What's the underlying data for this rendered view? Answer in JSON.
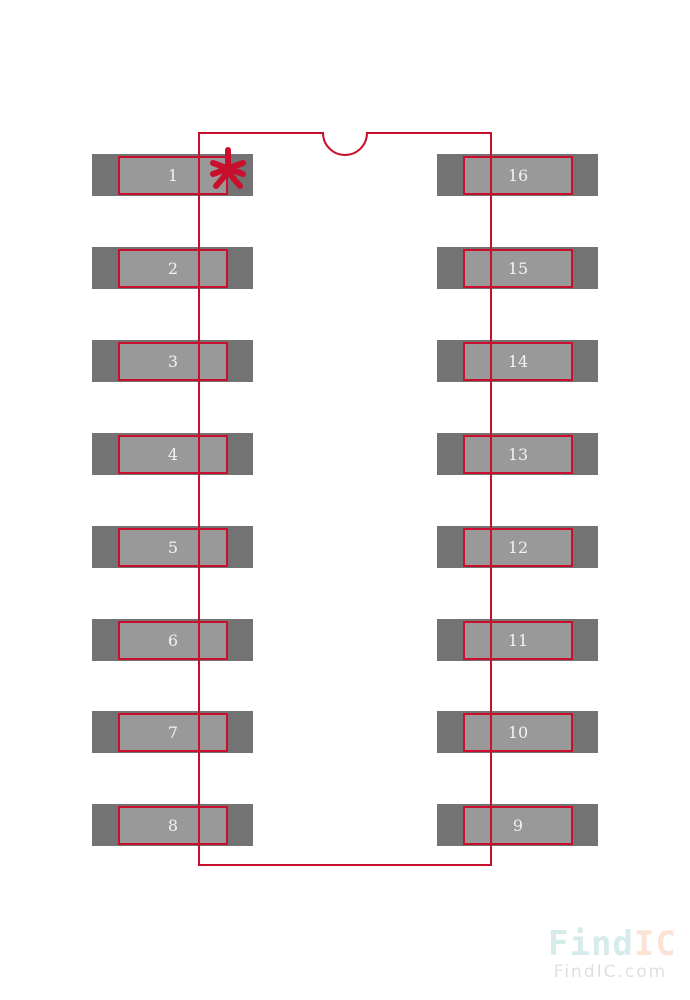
{
  "component": {
    "type": "IC footprint",
    "pin_count": 16,
    "colors": {
      "outline": "#c8102e",
      "pad_outer": "#737373",
      "pad_inner": "#999999",
      "pin_label": "#f2f2f2"
    },
    "pin1_marker": "*"
  },
  "pins_left": [
    {
      "label": "1"
    },
    {
      "label": "2"
    },
    {
      "label": "3"
    },
    {
      "label": "4"
    },
    {
      "label": "5"
    },
    {
      "label": "6"
    },
    {
      "label": "7"
    },
    {
      "label": "8"
    }
  ],
  "pins_right": [
    {
      "label": "16"
    },
    {
      "label": "15"
    },
    {
      "label": "14"
    },
    {
      "label": "13"
    },
    {
      "label": "12"
    },
    {
      "label": "11"
    },
    {
      "label": "10"
    },
    {
      "label": "9"
    }
  ],
  "watermark": {
    "brand_part1": "Find",
    "brand_part2": "IC",
    "site": "FindIC.com"
  }
}
